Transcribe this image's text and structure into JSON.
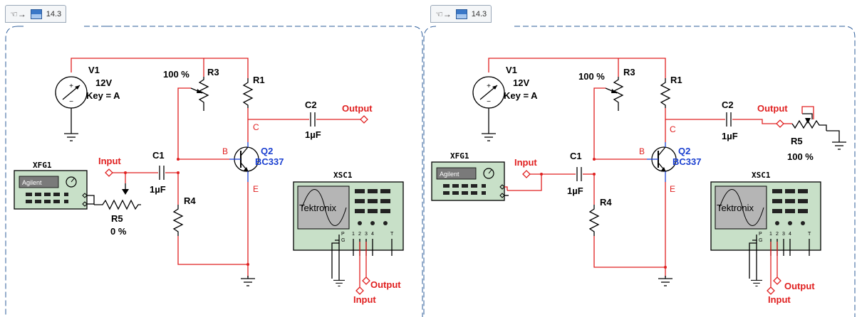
{
  "toolbar": {
    "left": {
      "zoom_value": "14.3",
      "hand_icon": "hand-icon",
      "grid_icon": "grid-icon"
    },
    "right": {
      "zoom_value": "14.3",
      "hand_icon": "hand-icon",
      "grid_icon": "grid-icon"
    }
  },
  "circuits": [
    {
      "v1": {
        "name": "V1",
        "voltage": "12V",
        "key": "Key = A"
      },
      "r1": "R1",
      "r3": "R3",
      "r3_setting": "100 %",
      "r4": "R4",
      "r5": "R5",
      "r5_setting": "0 %",
      "c1": {
        "name": "C1",
        "value": "1µF"
      },
      "c2": {
        "name": "C2",
        "value": "1µF"
      },
      "q2": {
        "name": "Q2",
        "model": "BC337"
      },
      "pins": {
        "b": "B",
        "c": "C",
        "e": "E"
      },
      "input_label": "Input",
      "output_label": "Output",
      "fg": {
        "name": "XFG1",
        "brand": "Agilent"
      },
      "scope": {
        "name": "XSC1",
        "brand": "Tektronix",
        "probe_labels": [
          "P",
          "G",
          "1",
          "2",
          "3",
          "4",
          "T"
        ]
      },
      "scope_input_label": "Input",
      "scope_output_label": "Output"
    },
    {
      "v1": {
        "name": "V1",
        "voltage": "12V",
        "key": "Key = A"
      },
      "r1": "R1",
      "r3": "R3",
      "r3_setting": "100 %",
      "r4": "R4",
      "r5": "R5",
      "r5_setting": "100 %",
      "c1": {
        "name": "C1",
        "value": "1µF"
      },
      "c2": {
        "name": "C2",
        "value": "1µF"
      },
      "q2": {
        "name": "Q2",
        "model": "BC337"
      },
      "pins": {
        "b": "B",
        "c": "C",
        "e": "E"
      },
      "input_label": "Input",
      "output_label": "Output",
      "fg": {
        "name": "XFG1",
        "brand": "Agilent"
      },
      "scope": {
        "name": "XSC1",
        "brand": "Tektronix",
        "probe_labels": [
          "P",
          "G",
          "1",
          "2",
          "3",
          "4",
          "T"
        ]
      },
      "scope_input_label": "Input",
      "scope_output_label": "Output"
    }
  ]
}
